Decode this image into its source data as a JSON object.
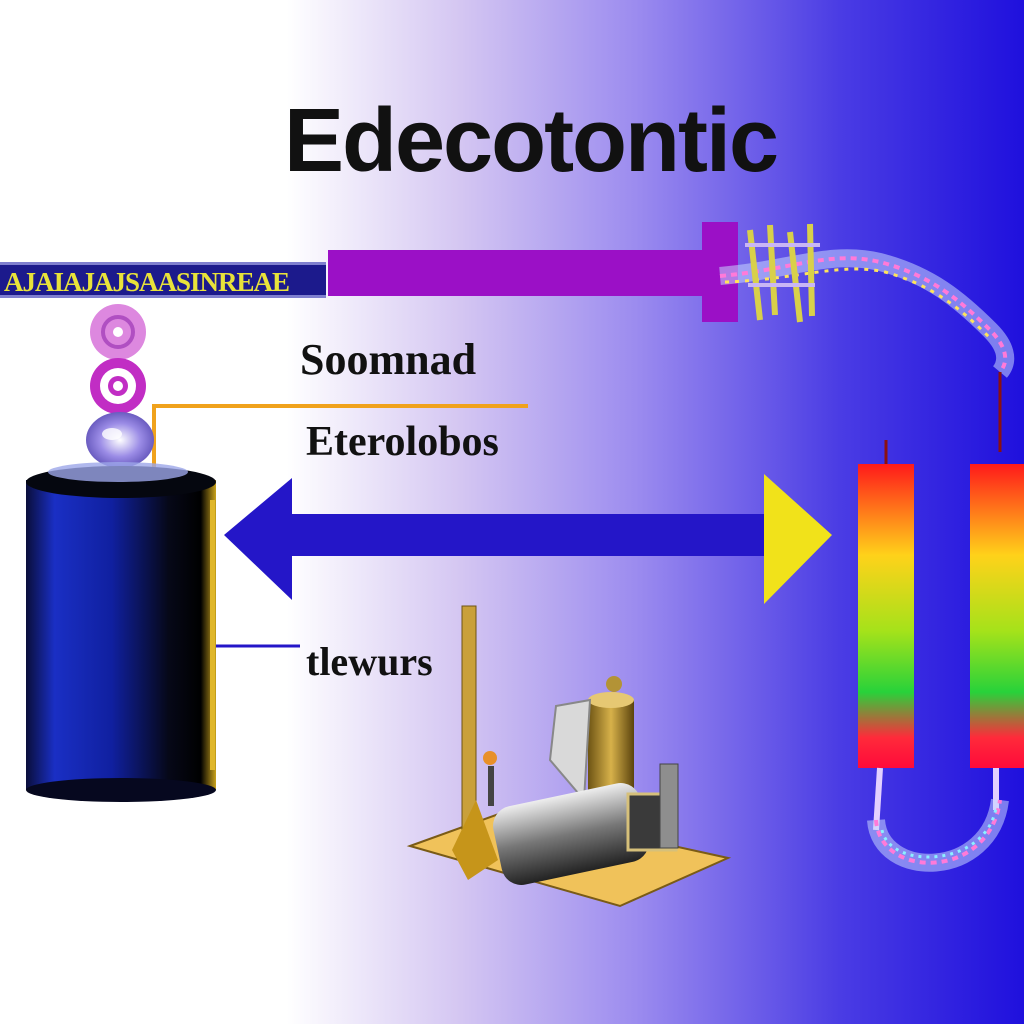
{
  "diagram": {
    "title": "Edecotontic",
    "banner_text": "AJAIAJAJSAASINREAE",
    "label_top": "Soomnad",
    "label_middle": "Eterolobos",
    "label_bottom": "tlewurs"
  },
  "colors": {
    "background_left": "#ffffff",
    "background_right": "#1f10dd",
    "bar_purple": "#9b10c6",
    "arrow_blue": "#2416c8",
    "arrow_yellow": "#f1e21a",
    "connector_orange": "#f0a21c",
    "tank_blue": "#1a2fc4"
  },
  "icons": [
    "pink-badge-icon",
    "target-icon",
    "bubble-icon",
    "tank-icon",
    "machine-icon",
    "tube-icon",
    "cable-icon"
  ]
}
